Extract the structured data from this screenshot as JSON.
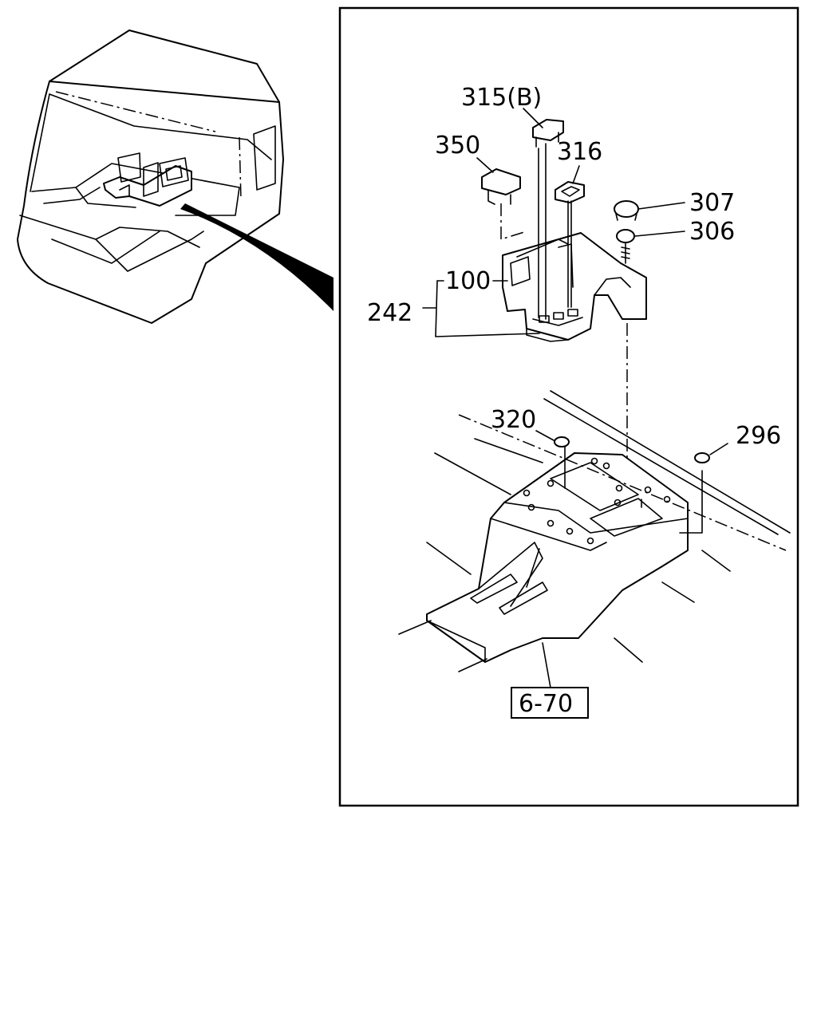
{
  "labels": {
    "p315b": "315(B)",
    "p350": "350",
    "p316": "316",
    "p307": "307",
    "p306": "306",
    "p100": "100",
    "p242": "242",
    "p320": "320",
    "p296": "296",
    "ref": "6-70"
  }
}
